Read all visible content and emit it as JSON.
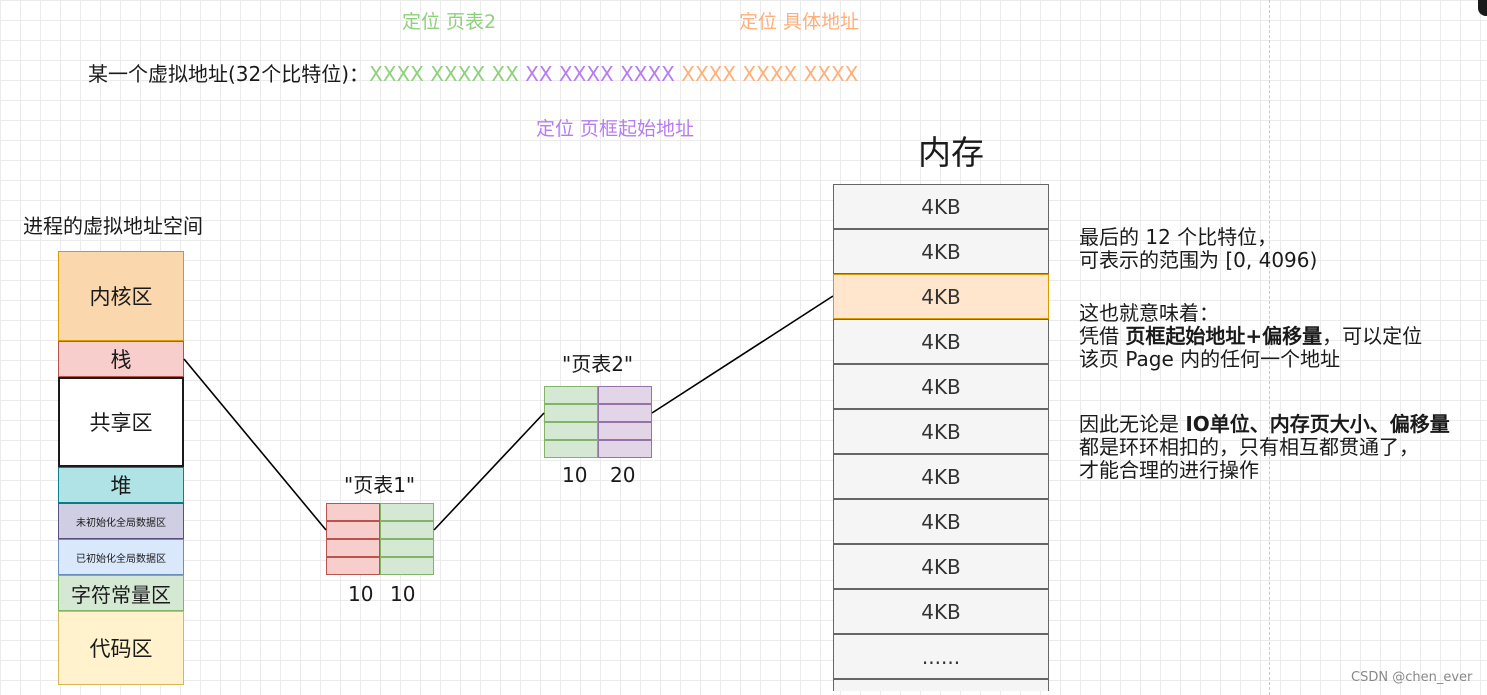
{
  "top_labels": {
    "page_table_2": "定位 页表2",
    "specific_address": "定位 具体地址",
    "page_frame_start": "定位 页框起始地址"
  },
  "address": {
    "prefix": "某一个虚拟地址(32个比特位)：",
    "green_bits": "XXXX XXXX XX",
    "purple_bits": "XX XXXX XXXX",
    "orange_bits": "XXXX XXXX XXXX"
  },
  "virtual_space": {
    "title": "进程的虚拟地址空间",
    "kernel": "内核区",
    "stack": "栈",
    "shared": "共享区",
    "heap": "堆",
    "bss": "未初始化全局数据区",
    "data": "已初始化全局数据区",
    "rodata": "字符常量区",
    "code": "代码区"
  },
  "page_table_1": {
    "title": "\"页表1\"",
    "bits_left": "10",
    "bits_right": "10"
  },
  "page_table_2": {
    "title": "\"页表2\"",
    "bits_left": "10",
    "bits_right": "20"
  },
  "memory": {
    "title": "内存",
    "cells": [
      "4KB",
      "4KB",
      "4KB",
      "4KB",
      "4KB",
      "4KB",
      "4KB",
      "4KB",
      "4KB",
      "4KB",
      "......"
    ],
    "highlighted_index": 2
  },
  "notes": {
    "p1_line1": "最后的 12 个比特位，",
    "p1_line2": "可表示的范围为 [0, 4096)",
    "p2_line1": "这也就意味着：",
    "p2_line2_pre": "凭借 ",
    "p2_line2_bold": "页框起始地址+偏移量",
    "p2_line2_post": "，可以定位",
    "p2_line3": "该页 Page 内的任何一个地址",
    "p3_line1_pre": "因此无论是 ",
    "p3_line1_bold": "IO单位、内存页大小、偏移量",
    "p3_line2": "都是环环相扣的，只有相互都贯通了，",
    "p3_line3": "才能合理的进行操作"
  },
  "watermark": "CSDN @chen_ever",
  "colors": {
    "green": "#8fd07d",
    "orange": "#ffb07a",
    "purple": "#b77cf0",
    "highlight": "#ffe6cc"
  }
}
